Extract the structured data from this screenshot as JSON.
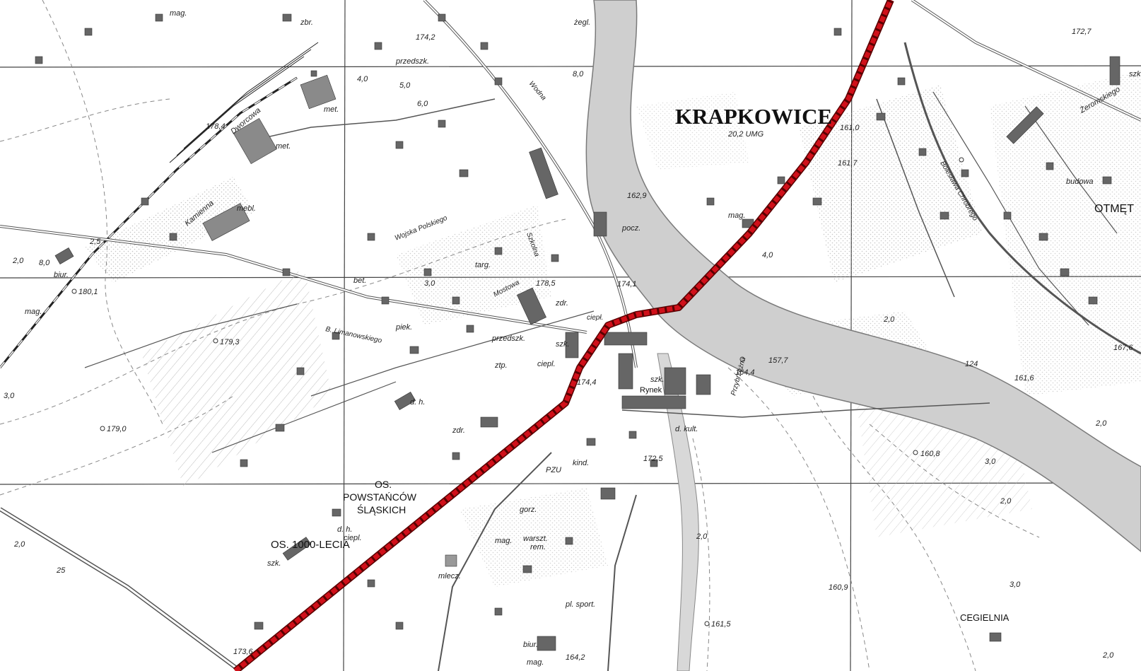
{
  "map": {
    "colors": {
      "paper": "#ffffff",
      "river": "#cfcfcf",
      "building": "#666666",
      "route": "#d0101a",
      "route_outline": "#5a0000"
    },
    "labels": {
      "town": "KRAPKOWICE",
      "town_elev": "20,2 UMG",
      "otmet": "OTMĘT",
      "cegielnia": "CEGIELNIA",
      "os_powstancow_1": "OS.",
      "os_powstancow_2": "POWSTAŃCÓW",
      "os_powstancow_3": "ŚLĄSKICH",
      "os_1000": "OS. 1000-LECIA",
      "mag1": "mag.",
      "zbr": "zbr.",
      "zegl": "żegl.",
      "przedszk1": "przedszk.",
      "met1": "met.",
      "met2": "met.",
      "dworcowa": "Dworcowa",
      "mebl": "mebl.",
      "kamienna": "Kamienna",
      "biur1": "biur.",
      "mag2": "mag.",
      "targ": "targ.",
      "bet": "bet.",
      "poczt": "pocz.",
      "piek": "piek.",
      "przedszk2": "przedszk.",
      "szk1": "szk.",
      "ztp": "ztp.",
      "ciepl1": "ciepl.",
      "ciepl2": "ciepł.",
      "zdr1": "zdr.",
      "zdr2": "zdr.",
      "rynek": "Rynek",
      "szk2": "szk.",
      "dkult": "d. kult.",
      "pzu": "PZU",
      "kind": "kind.",
      "warszt": "warszt.",
      "rem": "rem.",
      "mag3": "mag.",
      "mlecz": "mlecz.",
      "gorz": "gorz.",
      "plsport": "pl. sport.",
      "biur2": "biur.",
      "mag4": "mag.",
      "szk3": "szk.",
      "dh1": "d. h.",
      "dh2": "d. h.",
      "ciepl3": "ciepl.",
      "magr": "mag.",
      "budowa": "budowa",
      "zeromskiego": "Żeromskiego",
      "wojska": "Wojska Polskiego",
      "szkolna": "Szkolna",
      "limanowskiego": "B. Limanowskiego",
      "szkr": "szk",
      "wodna": "Wodna",
      "mostowa": "Mostowa",
      "przybrzezna": "Przybrzeżna",
      "bolesl": "Bolesława Chrobrego"
    },
    "elevations": {
      "e1": "174,2",
      "e2": "178,4",
      "e3": "180,1",
      "e4": "179,3",
      "e5": "179,0",
      "e6": "178,5",
      "e7": "174,4",
      "e8": "162,9",
      "e9": "161,0",
      "e10": "161,7",
      "e11": "157,7",
      "e12": "164,4",
      "e13": "172,5",
      "e14": "160,8",
      "e15": "160,9",
      "e16": "161,5",
      "e17": "164,2",
      "e18": "173,6",
      "e19": "172,7",
      "e20": "167,6",
      "e21": "161,6",
      "e22": "174,1",
      "d1": "2,5",
      "d2": "2,0",
      "d3": "8,0",
      "d4": "3,0",
      "d5": "2,0",
      "d6": "25",
      "d7": "4,0",
      "d8": "5,0",
      "d9": "6,0",
      "d10": "2,0",
      "d11": "3,0",
      "d12": "2,0",
      "d13": "3,0",
      "d14": "2,0",
      "d15": "124",
      "d16": "3,0",
      "d17": "2,0",
      "d18": "2,0",
      "d19": "8,0",
      "d20": "4,0"
    }
  }
}
